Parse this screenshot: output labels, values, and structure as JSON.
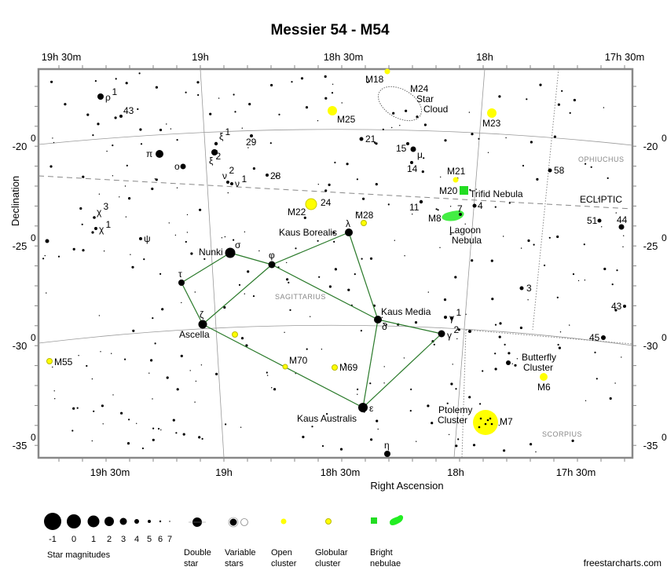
{
  "title": "Messier 54 - M54",
  "axes": {
    "x_label": "Right Ascension",
    "y_label": "Declination",
    "ra_ticks": [
      "19h 30m",
      "19h",
      "18h 30m",
      "18h",
      "17h 30m"
    ],
    "dec_ticks": [
      "-20",
      "-25",
      "-30",
      "-35"
    ],
    "dec_degree_mark": "0"
  },
  "constellations": [
    "Sagittarius",
    "Ophiuchus",
    "Scorpius"
  ],
  "ecliptic_label": "ECLIPTIC",
  "target": "M54",
  "star_labels": {
    "nunki": "Nunki",
    "sigma": "σ",
    "phi": "φ",
    "tau": "τ",
    "zeta": "ζ",
    "ascella": "Ascella",
    "kaus_borealis": "Kaus Borealis",
    "lambda": "λ",
    "kaus_media": "Kaus Media",
    "delta": "δ",
    "gamma1": "γ",
    "gamma1_sup": "1",
    "gamma2": "γ",
    "gamma2_sup": "2",
    "kaus_australis": "Kaus Australis",
    "epsilon": "ε",
    "eta": "η",
    "rho1": "ρ",
    "rho1_sup": "1",
    "n43": "43",
    "pi": "π",
    "omicron": "o",
    "xi1": "ξ",
    "xi1_sup": "1",
    "xi2": "ξ",
    "xi2_sup": "2",
    "n29": "29",
    "n28": "28",
    "nu2": "ν",
    "nu2_sup": "2",
    "nu1": "ν",
    "nu1_sup": "1",
    "chi3": "χ",
    "chi3_sup": "3",
    "chi1": "χ",
    "chi1_sup": "1",
    "psi": "ψ",
    "n21": "21",
    "n15": "15",
    "mu": "μ",
    "n14": "14",
    "n24": "24",
    "n11": "11",
    "n7": "7",
    "n4": "4",
    "n58": "58",
    "n51": "51",
    "n44": "44",
    "n3": "3",
    "n43b": "43",
    "n45": "45"
  },
  "deep_sky": {
    "m18": "M18",
    "m24": "M24",
    "m24_name1": "Star",
    "m24_name2": "Cloud",
    "m25": "M25",
    "m23": "M23",
    "m21": "M21",
    "m20": "M20",
    "m20_name": "Trifid Nebula",
    "m22": "M22",
    "m28": "M28",
    "m8": "M8",
    "m8_name1": "Lagoon",
    "m8_name2": "Nebula",
    "m55": "M55",
    "m70": "M70",
    "m69": "M69",
    "m6": "M6",
    "m6_name1": "Butterfly",
    "m6_name2": "Cluster",
    "m7": "M7",
    "m7_name1": "Ptolemy",
    "m7_name2": "Cluster"
  },
  "legend": {
    "magnitudes": [
      "-1",
      "0",
      "1",
      "2",
      "3",
      "4",
      "5",
      "6",
      "7"
    ],
    "magnitudes_label": "Star magnitudes",
    "double_star": [
      "Double",
      "star"
    ],
    "variable_stars": [
      "Variable",
      "stars"
    ],
    "open_cluster": [
      "Open",
      "cluster"
    ],
    "globular_cluster": [
      "Globular",
      "cluster"
    ],
    "bright_nebulae": [
      "Bright",
      "nebulae"
    ]
  },
  "credit": "freestarcharts.com",
  "colors": {
    "cluster": "#ffff00",
    "nebula": "#22dd22",
    "constellation_line": "#2a7a2a",
    "target": "#1a1aa0",
    "grid": "#999999"
  }
}
